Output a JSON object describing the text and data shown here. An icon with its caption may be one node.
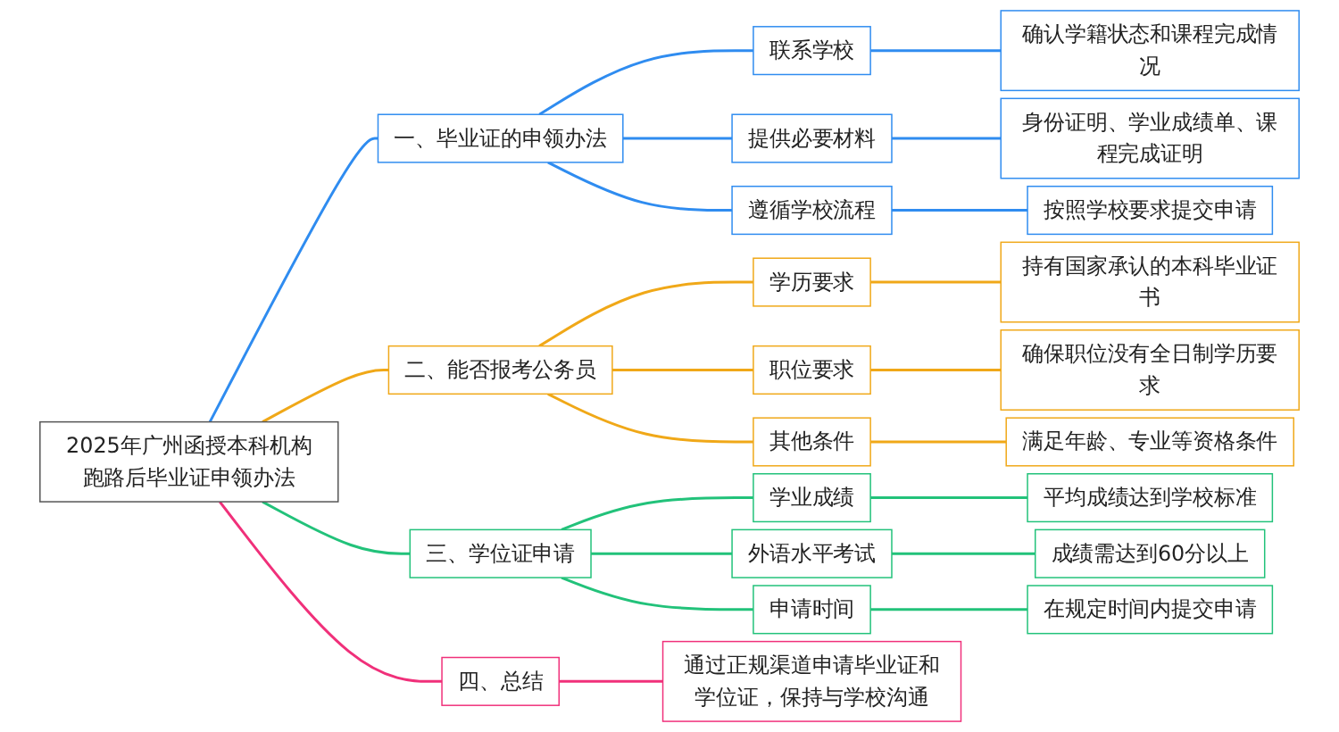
{
  "diagram": {
    "nodes": [
      {
        "text": [
          "2025年广州函授本科机构跑路后毕业证申领办法"
        ]
      },
      {
        "text": [
          "一、毕业证的申领办法"
        ]
      },
      {
        "text": [
          "联系学校"
        ]
      },
      {
        "text": [
          "确认学籍状态和课程完成情况"
        ]
      },
      {
        "text": [
          "提供必要材料"
        ]
      },
      {
        "text": [
          "身份证明、学业成绩单、课程完成证明"
        ]
      },
      {
        "text": [
          "遵循学校流程"
        ]
      },
      {
        "text": [
          "按照学校要求提交申请"
        ]
      },
      {
        "text": [
          "二、能否报考公务员"
        ]
      },
      {
        "text": [
          "学历要求"
        ]
      },
      {
        "text": [
          "持有国家承认的本科毕业证书"
        ]
      },
      {
        "text": [
          "职位要求"
        ]
      },
      {
        "text": [
          "确保职位没有全日制学历要求"
        ]
      },
      {
        "text": [
          "其他条件"
        ]
      },
      {
        "text": [
          "满足年龄、专业等资格条件"
        ]
      },
      {
        "text": [
          "三、学位证申请"
        ]
      },
      {
        "text": [
          "学业成绩"
        ]
      },
      {
        "text": [
          "平均成绩达到学校标准"
        ]
      },
      {
        "text": [
          "外语水平考试"
        ]
      },
      {
        "text": [
          "成绩需达到60分以上"
        ]
      },
      {
        "text": [
          "申请时间"
        ]
      },
      {
        "text": [
          "在规定时间内提交申请"
        ]
      },
      {
        "text": [
          "四、总结"
        ]
      },
      {
        "text": [
          "通过正规渠道申请毕业证和学位证，保持与学校沟通"
        ]
      }
    ],
    "edges": [
      {
        "from": 0,
        "to": 1,
        "arrow": "none",
        "color": "#2f8cf0"
      },
      {
        "from": 1,
        "to": 2,
        "arrow": "none",
        "color": "#2f8cf0"
      },
      {
        "from": 2,
        "to": 3,
        "arrow": "none",
        "color": "#2f8cf0"
      },
      {
        "from": 1,
        "to": 4,
        "arrow": "none",
        "color": "#2f8cf0"
      },
      {
        "from": 4,
        "to": 5,
        "arrow": "none",
        "color": "#2f8cf0"
      },
      {
        "from": 1,
        "to": 6,
        "arrow": "none",
        "color": "#2f8cf0"
      },
      {
        "from": 6,
        "to": 7,
        "arrow": "none",
        "color": "#2f8cf0"
      },
      {
        "from": 0,
        "to": 8,
        "arrow": "none",
        "color": "#f0a818"
      },
      {
        "from": 8,
        "to": 9,
        "arrow": "none",
        "color": "#f0a818"
      },
      {
        "from": 9,
        "to": 10,
        "arrow": "none",
        "color": "#f0a818"
      },
      {
        "from": 8,
        "to": 11,
        "arrow": "none",
        "color": "#f0a818"
      },
      {
        "from": 11,
        "to": 12,
        "arrow": "none",
        "color": "#f0a818"
      },
      {
        "from": 8,
        "to": 13,
        "arrow": "none",
        "color": "#f0a818"
      },
      {
        "from": 13,
        "to": 14,
        "arrow": "none",
        "color": "#f0a818"
      },
      {
        "from": 0,
        "to": 15,
        "arrow": "none",
        "color": "#22c27a"
      },
      {
        "from": 15,
        "to": 16,
        "arrow": "none",
        "color": "#22c27a"
      },
      {
        "from": 16,
        "to": 17,
        "arrow": "none",
        "color": "#22c27a"
      },
      {
        "from": 15,
        "to": 18,
        "arrow": "none",
        "color": "#22c27a"
      },
      {
        "from": 18,
        "to": 19,
        "arrow": "none",
        "color": "#22c27a"
      },
      {
        "from": 15,
        "to": 20,
        "arrow": "none",
        "color": "#22c27a"
      },
      {
        "from": 20,
        "to": 21,
        "arrow": "none",
        "color": "#22c27a"
      },
      {
        "from": 0,
        "to": 22,
        "arrow": "none",
        "color": "#f0307a"
      },
      {
        "from": 22,
        "to": 23,
        "arrow": "none",
        "color": "#f0307a"
      }
    ]
  }
}
